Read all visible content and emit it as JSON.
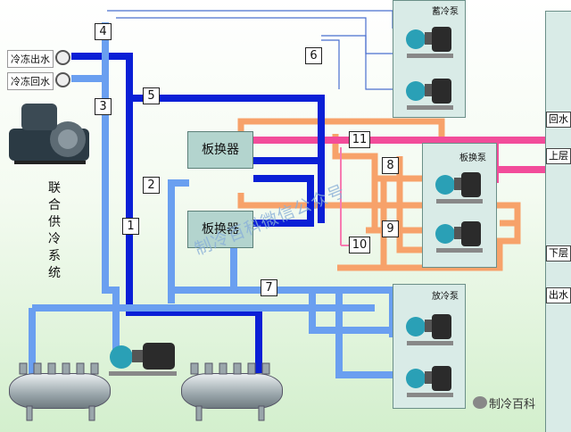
{
  "title": "联合供冷系统",
  "legend": {
    "supply": "冷冻出水",
    "return": "冷冻回水"
  },
  "panels": {
    "storage": "蓄冷泵",
    "exchange": "板换泵",
    "release": "放冷泵"
  },
  "heat_exchangers": [
    "板换器",
    "板换器"
  ],
  "markers": [
    "1",
    "2",
    "3",
    "4",
    "5",
    "6",
    "7",
    "8",
    "9",
    "10",
    "11"
  ],
  "side_labels": {
    "back_water": "回水",
    "upper": "上层",
    "lower": "下层",
    "out_water": "出水"
  },
  "watermark": "制冷百科微信公众号",
  "brand": "制冷百科",
  "colors": {
    "dark_blue": "#0a1fd6",
    "light_blue": "#6a9ff0",
    "orange": "#f7a26a",
    "pink": "#f24c9a"
  }
}
